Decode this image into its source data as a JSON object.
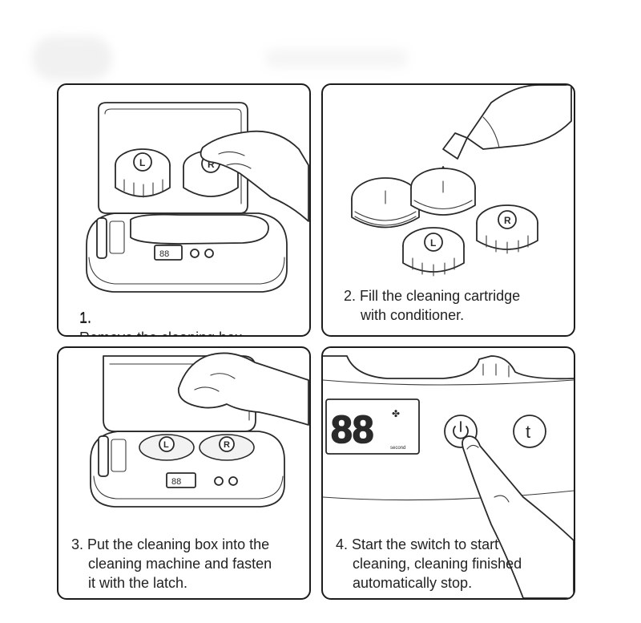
{
  "steps": [
    {
      "number": "1.",
      "lines": [
        "Remove the cleaning box"
      ]
    },
    {
      "number": "2.",
      "lines": [
        "Fill the cleaning cartridge",
        "with conditioner."
      ]
    },
    {
      "number": "3.",
      "lines": [
        "Put the cleaning box into the",
        "cleaning machine and fasten",
        "it with the latch."
      ]
    },
    {
      "number": "4.",
      "lines": [
        "Start the switch to start",
        "cleaning, cleaning finished",
        "automatically stop."
      ]
    }
  ],
  "device": {
    "display_digits": "88",
    "display_unit": "second",
    "lens_case_left_label": "L",
    "lens_case_right_label": "R",
    "power_button_icon": "power-icon",
    "timer_button_label": "t"
  },
  "colors": {
    "line": "#2a2a2a",
    "panel_border": "#1c1c1c",
    "background": "#ffffff"
  }
}
